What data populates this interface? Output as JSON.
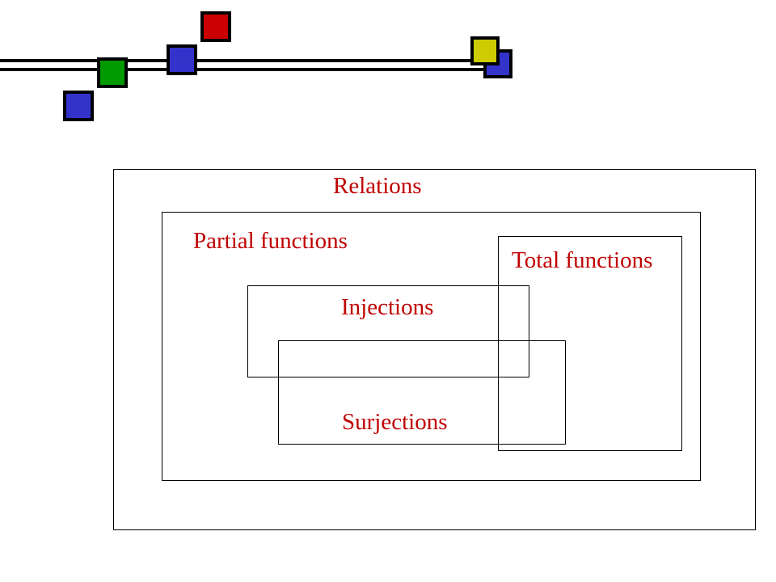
{
  "colors": {
    "label": "#c00000",
    "square_blue": "#3333cc",
    "square_green": "#009900",
    "square_red": "#cc0000",
    "square_yellow": "#cccc00"
  },
  "decoration": {
    "squares": [
      "blue",
      "green",
      "blue",
      "red",
      "blue",
      "yellow"
    ]
  },
  "diagram": {
    "sets": {
      "relations": "Relations",
      "partial_functions": "Partial functions",
      "total_functions": "Total functions",
      "injections": "Injections",
      "surjections": "Surjections"
    }
  }
}
